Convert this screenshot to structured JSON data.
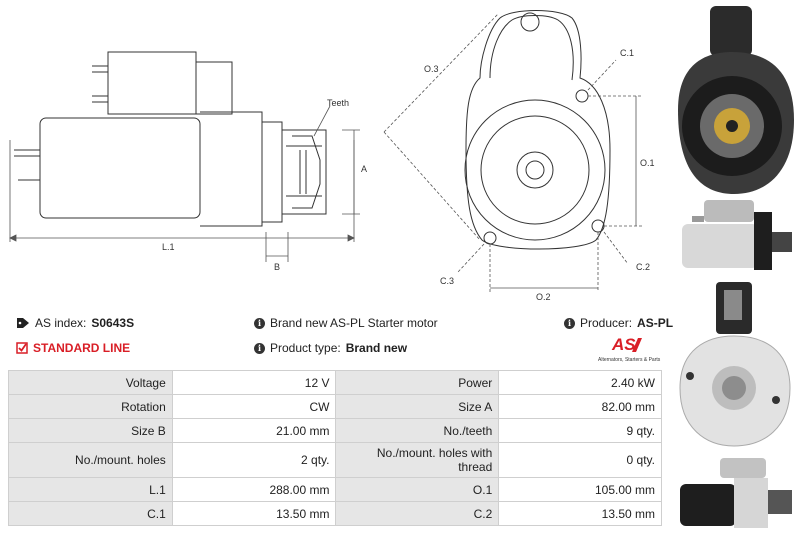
{
  "drawing": {
    "labels": {
      "teeth": "Teeth",
      "A": "A",
      "B": "B",
      "L1": "L.1",
      "O3": "O.3",
      "C1": "C.1",
      "O1": "O.1",
      "O2": "O.2",
      "C3": "C.3",
      "C2": "C.2"
    }
  },
  "info": {
    "as_index_label": "AS index:",
    "as_index_value": "S0643S",
    "standard_line": "STANDARD LINE",
    "description": "Brand new AS-PL Starter motor",
    "product_type_label": "Product type:",
    "product_type_value": "Brand new",
    "producer_label": "Producer:",
    "producer_value": "AS-PL"
  },
  "logo": {
    "mark": "AS",
    "tagline": "Alternators, Starters & Parts",
    "accent": "#d91e26"
  },
  "specs": [
    {
      "label1": "Voltage",
      "value1": "12 V",
      "label2": "Power",
      "value2": "2.40 kW"
    },
    {
      "label1": "Rotation",
      "value1": "CW",
      "label2": "Size A",
      "value2": "82.00 mm"
    },
    {
      "label1": "Size B",
      "value1": "21.00 mm",
      "label2": "No./teeth",
      "value2": "9 qty."
    },
    {
      "label1": "No./mount. holes",
      "value1": "2 qty.",
      "label2": "No./mount. holes with thread",
      "value2": "0 qty."
    },
    {
      "label1": "L.1",
      "value1": "288.00 mm",
      "label2": "O.1",
      "value2": "105.00 mm"
    },
    {
      "label1": "C.1",
      "value1": "13.50 mm",
      "label2": "C.2",
      "value2": "13.50 mm"
    }
  ]
}
